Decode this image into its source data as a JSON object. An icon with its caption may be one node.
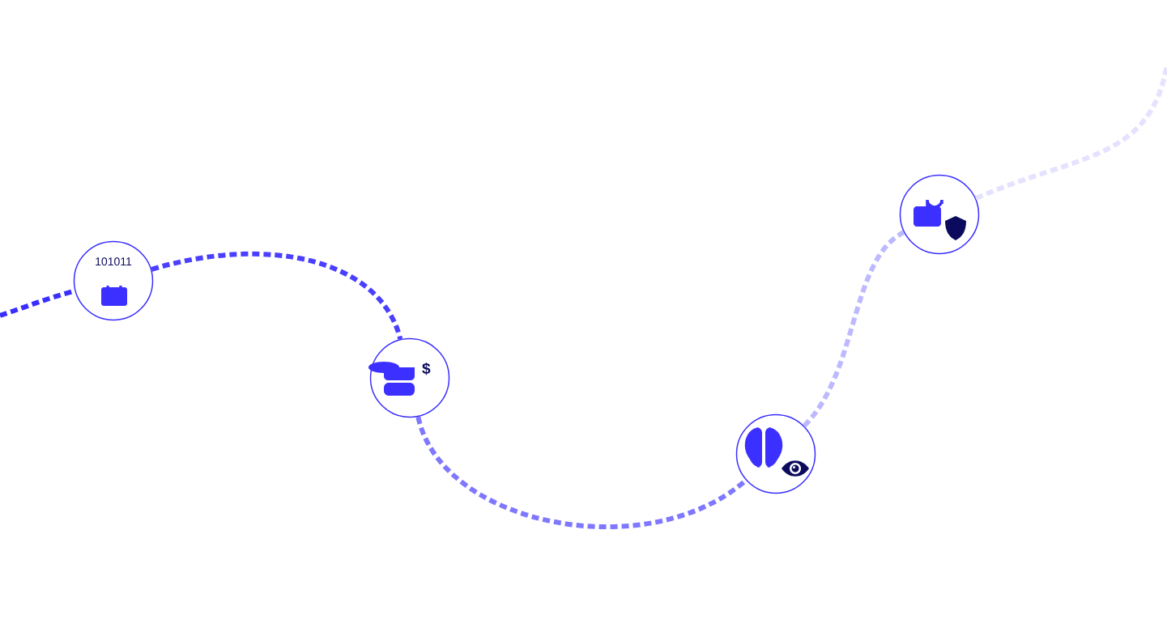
{
  "diagram": {
    "nodes": [
      {
        "text": [
          "101011"
        ]
      },
      {
        "text": [
          "$"
        ]
      },
      {
        "text": [],
        "shape": "circle"
      },
      {
        "text": [],
        "shape": "circle"
      }
    ],
    "edges": [
      {
        "from": null,
        "to": 0,
        "arrow": "none",
        "style": "dashed",
        "color": "#3a2eff"
      },
      {
        "from": 0,
        "to": 1,
        "arrow": "none",
        "style": "dashed",
        "color": "#4a3fff"
      },
      {
        "from": 1,
        "to": 2,
        "arrow": "none",
        "style": "dashed",
        "color": "#7f78ff"
      },
      {
        "from": 2,
        "to": 3,
        "arrow": "none",
        "style": "dashed",
        "color": "#bdb9ff"
      },
      {
        "from": 3,
        "to": null,
        "arrow": "none",
        "style": "dashed",
        "color": "#e4e2ff"
      }
    ]
  }
}
